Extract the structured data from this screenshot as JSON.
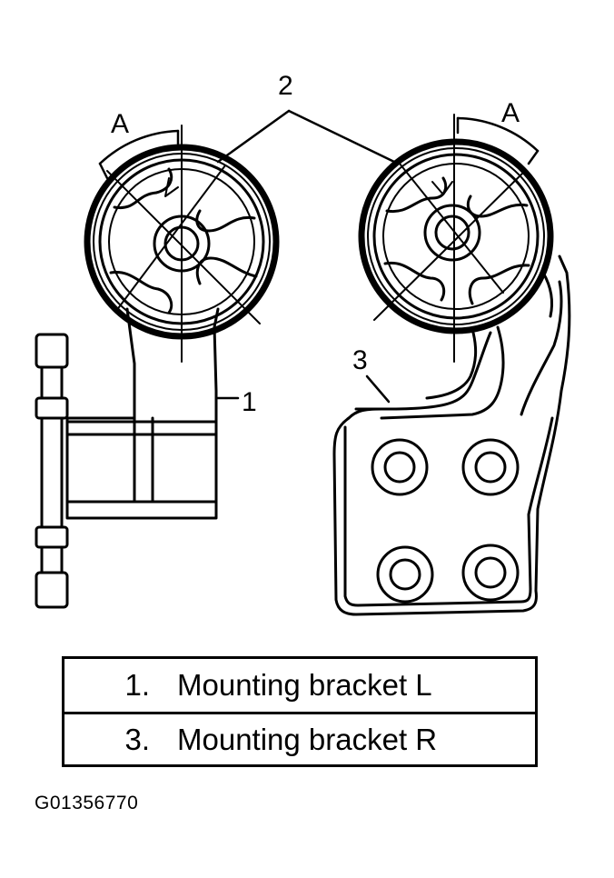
{
  "diagram": {
    "callouts": {
      "label_2": "2",
      "label_a_left": "A",
      "label_a_right": "A",
      "label_1": "1",
      "label_3": "3"
    },
    "ink_color": "#000000",
    "paper_color": "#ffffff"
  },
  "legend": {
    "rows": [
      {
        "number": "1.",
        "text": "Mounting bracket L"
      },
      {
        "number": "3.",
        "text": "Mounting bracket R"
      }
    ]
  },
  "figure_code": "G01356770"
}
